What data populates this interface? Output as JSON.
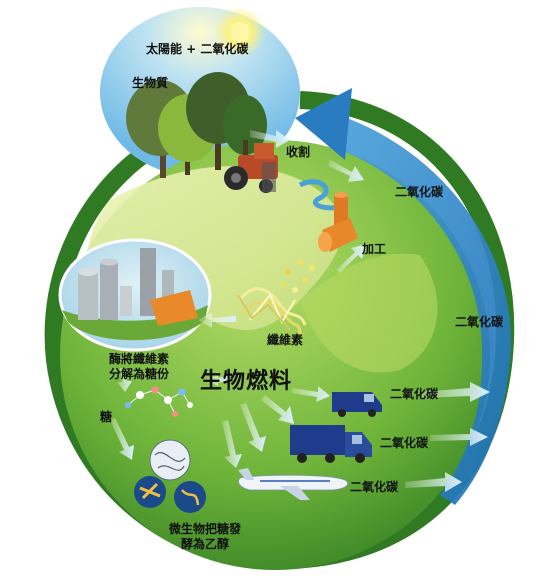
{
  "labels": {
    "sun_co2": "太陽能 + 二氧化碳",
    "biomass": "生物質",
    "harvest": "收割",
    "co2": "二氧化碳",
    "process": "加工",
    "cellulose": "纖維素",
    "enzyme_line1": "酶將纖維素",
    "enzyme_line2": "分解為糖份",
    "sugar": "糖",
    "biofuel": "生物燃料",
    "microbe_line1": "微生物把糖發",
    "microbe_line2": "酵為乙醇"
  },
  "colors": {
    "sky_top": "#7ec3ea",
    "sky_bottom": "#e9f4c4",
    "sun": "#fff27a",
    "grass_light": "#a7d65a",
    "grass_dark": "#3f8f2a",
    "field_band": "#d9e79b",
    "cycle_arrow": "#2f86c9",
    "flow_arrow": "#dff3ff",
    "label": "#111111"
  },
  "icons": [
    "sun-icon",
    "tree-icon",
    "tractor-icon",
    "biorefinery-icon",
    "cellulose-fiber-icon",
    "sugar-molecule-icon",
    "microbe-icon",
    "van-icon",
    "truck-icon",
    "airplane-icon",
    "watermark-logo"
  ]
}
